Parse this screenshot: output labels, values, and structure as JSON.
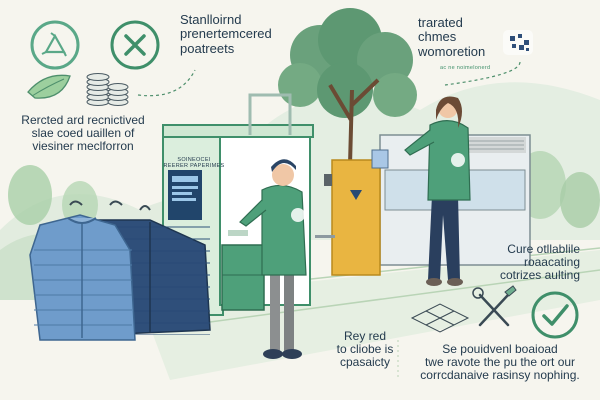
{
  "colors": {
    "background": "#f6f5ee",
    "teal_dark": "#3f8f6a",
    "mint": "#dbeedd",
    "jacket_blue": "#6f9ccb",
    "jacket_navy": "#2f4f7a",
    "machine_yellow": "#e9b541",
    "ink": "#243b4e"
  },
  "icons": [
    "recycle-icon",
    "cross-icon",
    "leaf-icon",
    "coin-stack-icon",
    "puzzle-grid-icon",
    "tools-icon",
    "checkmark-icon",
    "recycle-badge-icon"
  ],
  "labels": {
    "top_center": "Stanlloirnd\nprenertemcered\npoatreets",
    "top_right": "trarated\nchmes\nwomoretion",
    "top_right_tiny": "ac ne noimelonerd",
    "left_block": "Rercted ard recnictived\nslae coed uaillen of\nviesiner meclforron",
    "machine_sign": "SOINEOCEI\nREERER PAPERIMES",
    "mid_right": "Cure otllablile\nroaacating\ncotrizes aulting",
    "bottom_mid": "Rey red\nto cliobe is\ncpasaicty",
    "bottom_right": "Se pouidvenl boaioad\ntwe ravote the pu the ort our\ncorrcdanaive rasinsy nophing."
  }
}
